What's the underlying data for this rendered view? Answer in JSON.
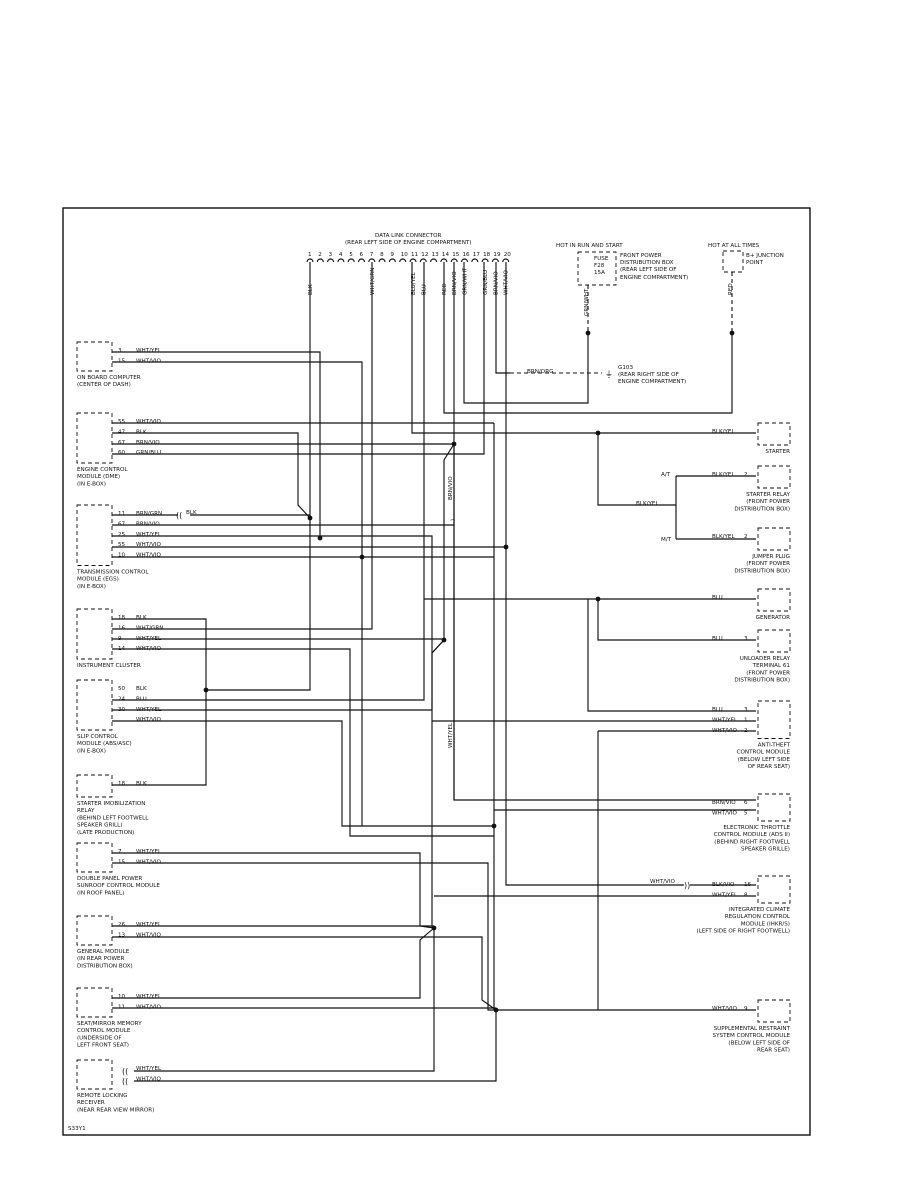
{
  "dlc": {
    "title": "DATA LINK CONNECTOR",
    "location": "(REAR LEFT SIDE OF ENGINE COMPARTMENT)",
    "pins": [
      "1",
      "2",
      "3",
      "4",
      "5",
      "6",
      "7",
      "8",
      "9",
      "10",
      "11",
      "12",
      "13",
      "14",
      "15",
      "16",
      "17",
      "18",
      "19",
      "20"
    ],
    "pin_colors": [
      {
        "pin": "1",
        "color": "BLK"
      },
      {
        "pin": "7",
        "color": "WHT/GRN"
      },
      {
        "pin": "11",
        "color": "BLU/YEL"
      },
      {
        "pin": "12",
        "color": "BLU"
      },
      {
        "pin": "14",
        "color": "RED"
      },
      {
        "pin": "15",
        "color": "BRN/VIO"
      },
      {
        "pin": "16",
        "color": "GRN/WHT"
      },
      {
        "pin": "18",
        "color": "GRN/BLU"
      },
      {
        "pin": "19",
        "color": "BRN/VIO"
      },
      {
        "pin": "20",
        "color": "WHT/VIO"
      }
    ]
  },
  "power": {
    "run_start": {
      "header": "HOT IN RUN AND START",
      "fuse": [
        "FUSE",
        "F28",
        "15A"
      ],
      "box": [
        "FRONT POWER",
        "DISTRIBUTION BOX",
        "(REAR LEFT SIDE OF",
        "ENGINE COMPARTMENT)"
      ],
      "wire": "GRN/WHT"
    },
    "at_all_times": {
      "header": "HOT AT ALL TIMES",
      "point": [
        "B+ JUNCTION",
        "POINT"
      ],
      "wire": "RED"
    }
  },
  "ground": {
    "id": "G103",
    "location": [
      "(REAR RIGHT SIDE OF",
      "ENGINE COMPARTMENT)"
    ],
    "wire": "BRN/ORG"
  },
  "bus_labels": {
    "brn_vio_vertical": "BRN/VIO",
    "wht_yel_vertical": "WHT/YEL"
  },
  "left_modules": [
    {
      "name": [
        "ON BOARD COMPUTER",
        "(CENTER OF DASH)"
      ],
      "pins": [
        {
          "pin": "3",
          "color": "WHT/YEL"
        },
        {
          "pin": "15",
          "color": "WHT/VIO"
        }
      ]
    },
    {
      "name": [
        "ENGINE CONTROL",
        "MODULE (DME)",
        "(IN E-BOX)"
      ],
      "pins": [
        {
          "pin": "55",
          "color": "WHT/VIO"
        },
        {
          "pin": "47",
          "color": "BLK"
        },
        {
          "pin": "67",
          "color": "BRN/VIO"
        },
        {
          "pin": "60",
          "color": "GRN/BLU"
        }
      ]
    },
    {
      "name": [
        "TRANSMISSION CONTROL",
        "MODULE (EGS)",
        "(IN E-BOX)"
      ],
      "pins": [
        {
          "pin": "11",
          "color": "BRN/GRN"
        },
        {
          "pin": "67",
          "color": "BRN/VIO"
        },
        {
          "pin": "25",
          "color": "WHT/YEL"
        },
        {
          "pin": "55",
          "color": "WHT/VIO"
        },
        {
          "pin": "10",
          "color": "WHT/VIO"
        }
      ],
      "blk_label": "BLK"
    },
    {
      "name": [
        "INSTRUMENT CLUSTER"
      ],
      "pins": [
        {
          "pin": "18",
          "color": "BLK"
        },
        {
          "pin": "16",
          "color": "WHT/GRN"
        },
        {
          "pin": "9",
          "color": "WHT/YEL"
        },
        {
          "pin": "14",
          "color": "WHT/VIO"
        }
      ]
    },
    {
      "name": [
        "SLIP CONTROL",
        "MODULE (ABS/ASC)",
        "(IN E-BOX)"
      ],
      "pins": [
        {
          "pin": "50",
          "color": "BLK"
        },
        {
          "pin": "24",
          "color": "BLU"
        },
        {
          "pin": "30",
          "color": "WHT/YEL"
        },
        {
          "pin": "",
          "color": "WHT/VIO"
        }
      ]
    },
    {
      "name": [
        "STARTER IMOBILIZATION",
        "RELAY",
        "(BEHIND LEFT FOOTWELL",
        "SPEAKER GRILL)",
        "(LATE PRODUCTION)"
      ],
      "pins": [
        {
          "pin": "18",
          "color": "BLK"
        }
      ]
    },
    {
      "name": [
        "DOUBLE PANEL POWER",
        "SUNROOF CONTROL MODULE",
        "(IN ROOF PANEL)"
      ],
      "pins": [
        {
          "pin": "7",
          "color": "WHT/YEL"
        },
        {
          "pin": "15",
          "color": "WHT/VIO"
        }
      ]
    },
    {
      "name": [
        "GENERAL MODULE",
        "(IN REAR POWER",
        "DISTRIBUTION BOX)"
      ],
      "pins": [
        {
          "pin": "26",
          "color": "WHT/YEL"
        },
        {
          "pin": "13",
          "color": "WHT/VIO"
        }
      ]
    },
    {
      "name": [
        "SEAT/MIRROR MEMORY",
        "CONTROL MODULE",
        "(UNDERSIDE OF",
        "LEFT FRONT SEAT)"
      ],
      "pins": [
        {
          "pin": "10",
          "color": "WHT/YEL"
        },
        {
          "pin": "11",
          "color": "WHT/VIO"
        }
      ]
    },
    {
      "name": [
        "REMOTE LOCKING",
        "RECEIVER",
        "(NEAR REAR VIEW MIRROR)"
      ],
      "pins": [
        {
          "pin": "",
          "color": "WHT/YEL"
        },
        {
          "pin": "",
          "color": "WHT/VIO"
        }
      ]
    }
  ],
  "right_modules": [
    {
      "name": [
        "STARTER"
      ],
      "pins": [
        {
          "pin": "",
          "color": "BLK/YEL"
        }
      ]
    },
    {
      "name": [
        "STARTER RELAY",
        "(FRONT POWER",
        "DISTRIBUTION BOX)"
      ],
      "pins": [
        {
          "pin": "2",
          "color": "BLK/YEL"
        }
      ]
    },
    {
      "name": [
        "JUMPER PLUG",
        "(FRONT POWER",
        "DISTRIBUTION BOX)"
      ],
      "pins": [
        {
          "pin": "2",
          "color": "BLK/YEL"
        }
      ]
    },
    {
      "name": [
        "GENERATOR"
      ],
      "pins": [
        {
          "pin": "",
          "color": "BLU"
        }
      ]
    },
    {
      "name": [
        "UNLOADER RELAY",
        "TERMINAL 61",
        "(FRONT POWER",
        "DISTRIBUTION BOX)"
      ],
      "pins": [
        {
          "pin": "3",
          "color": "BLU"
        }
      ]
    },
    {
      "name": [
        "ANTI-THEFT",
        "CONTROL MODULE",
        "(BELOW LEFT SIDE",
        "OF REAR SEAT)"
      ],
      "pins": [
        {
          "pin": "3",
          "color": "BLU"
        },
        {
          "pin": "1",
          "color": "WHT/YEL"
        },
        {
          "pin": "2",
          "color": "WHT/VIO"
        }
      ]
    },
    {
      "name": [
        "ELECTRONIC THROTTLE",
        "CONTROL MODULE (ADS II)",
        "(BEHIND RIGHT FOOTWELL",
        "SPEAKER GRILLE)"
      ],
      "pins": [
        {
          "pin": "6",
          "color": "BRN/VIO"
        },
        {
          "pin": "5",
          "color": "WHT/VIO"
        }
      ]
    },
    {
      "name": [
        "INTEGRATED CLIMATE",
        "REGULATION CONTROL",
        "MODULE (IHKR/S)",
        "(LEFT SIDE OF RIGHT FOOTWELL)"
      ],
      "pins": [
        {
          "pin": "16",
          "color": "BLK/VIO"
        },
        {
          "pin": "8",
          "color": "WHT/YEL"
        }
      ],
      "inline_label": "WHT/VIO"
    },
    {
      "name": [
        "SUPPLEMENTAL RESTRAINT",
        "SYSTEM CONTROL MODULE",
        "(BELOW LEFT SIDE OF",
        "REAR SEAT)"
      ],
      "pins": [
        {
          "pin": "9",
          "color": "WHT/VIO"
        }
      ]
    }
  ],
  "starter_branch": {
    "at": "A/T",
    "mt": "M/T",
    "feed": "BLK/YEL"
  },
  "figure_id": "S33Y1"
}
